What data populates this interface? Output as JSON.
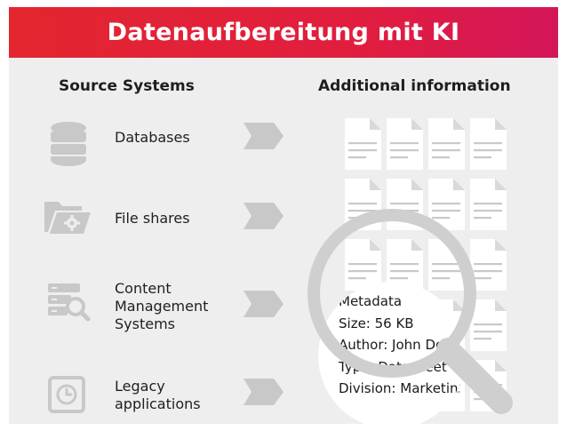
{
  "title": "Datenaufbereitung mit KI",
  "headers": {
    "left": "Source Systems",
    "right": "Additional information"
  },
  "sources": [
    {
      "icon": "database-icon",
      "lines": [
        "Databases"
      ]
    },
    {
      "icon": "folder-gear-icon",
      "lines": [
        "File shares"
      ]
    },
    {
      "icon": "server-search-icon",
      "lines": [
        "Content",
        "Management",
        "Systems"
      ]
    },
    {
      "icon": "legacy-clock-icon",
      "lines": [
        "Legacy",
        "applications"
      ]
    }
  ],
  "magnifier_text": [
    "Metadata",
    "Size: 56 KB",
    "Author: John Doe",
    "Type: Datasheet",
    "Division: Marketing"
  ],
  "colors": {
    "banner_start": "#e3262f",
    "banner_end": "#d4165a",
    "panel": "#eeeeee",
    "icon_gray": "#c8c8c8",
    "doc_fill": "#ffffff",
    "doc_lines": "#c9c9c9",
    "lens_ring": "#cfcfcf"
  }
}
